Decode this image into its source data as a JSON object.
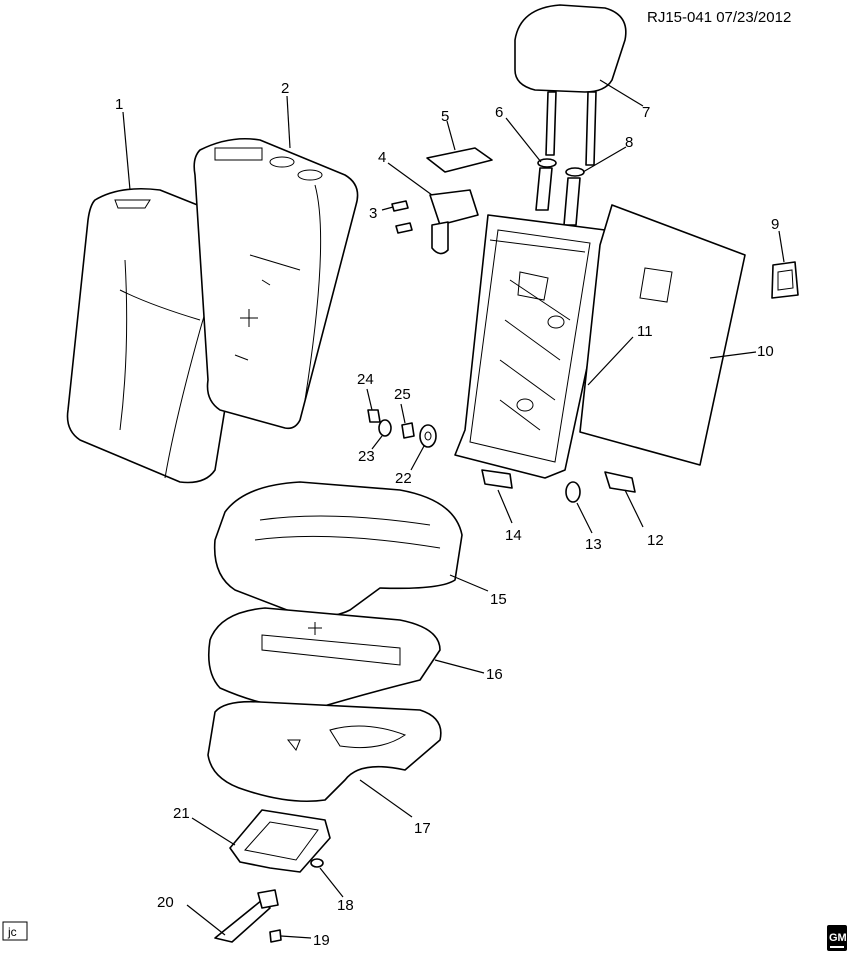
{
  "header": {
    "reference": "RJ15-041  07/23/2012"
  },
  "callouts": [
    "1",
    "2",
    "3",
    "4",
    "5",
    "6",
    "7",
    "8",
    "9",
    "10",
    "11",
    "12",
    "13",
    "14",
    "15",
    "16",
    "17",
    "18",
    "19",
    "20",
    "21",
    "22",
    "23",
    "24",
    "25"
  ],
  "footer": {
    "artist_initials": "jc",
    "logo_text": "GM"
  }
}
